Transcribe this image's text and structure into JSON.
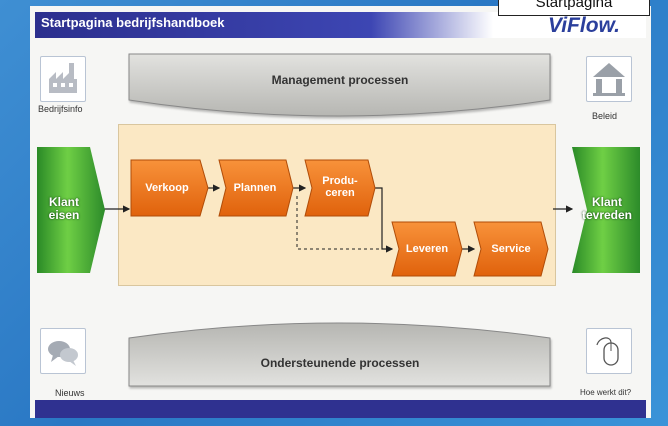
{
  "tab_label": "Startpagina",
  "header": {
    "title": "Startpagina bedrijfshandboek",
    "logo": "ViFlow."
  },
  "shapes": {
    "management": "Management processen",
    "support": "Ondersteunende processen"
  },
  "icons": {
    "bedrijfsinfo": "Bedrijfsinfo",
    "beleid": "Beleid",
    "nieuws": "Nieuws",
    "help": "Hoe werkt dit?"
  },
  "klant_left": {
    "line1": "Klant",
    "line2": "eisen"
  },
  "klant_right": {
    "line1": "Klant",
    "line2": "tevreden"
  },
  "processes": {
    "verkoop": "Verkoop",
    "plannen": "Plannen",
    "produceren_1": "Produ-",
    "produceren_2": "ceren",
    "leveren": "Leveren",
    "service": "Service"
  },
  "colors": {
    "accent": "#2f3190",
    "process": "#f07b1c",
    "green": "#4aa935"
  }
}
